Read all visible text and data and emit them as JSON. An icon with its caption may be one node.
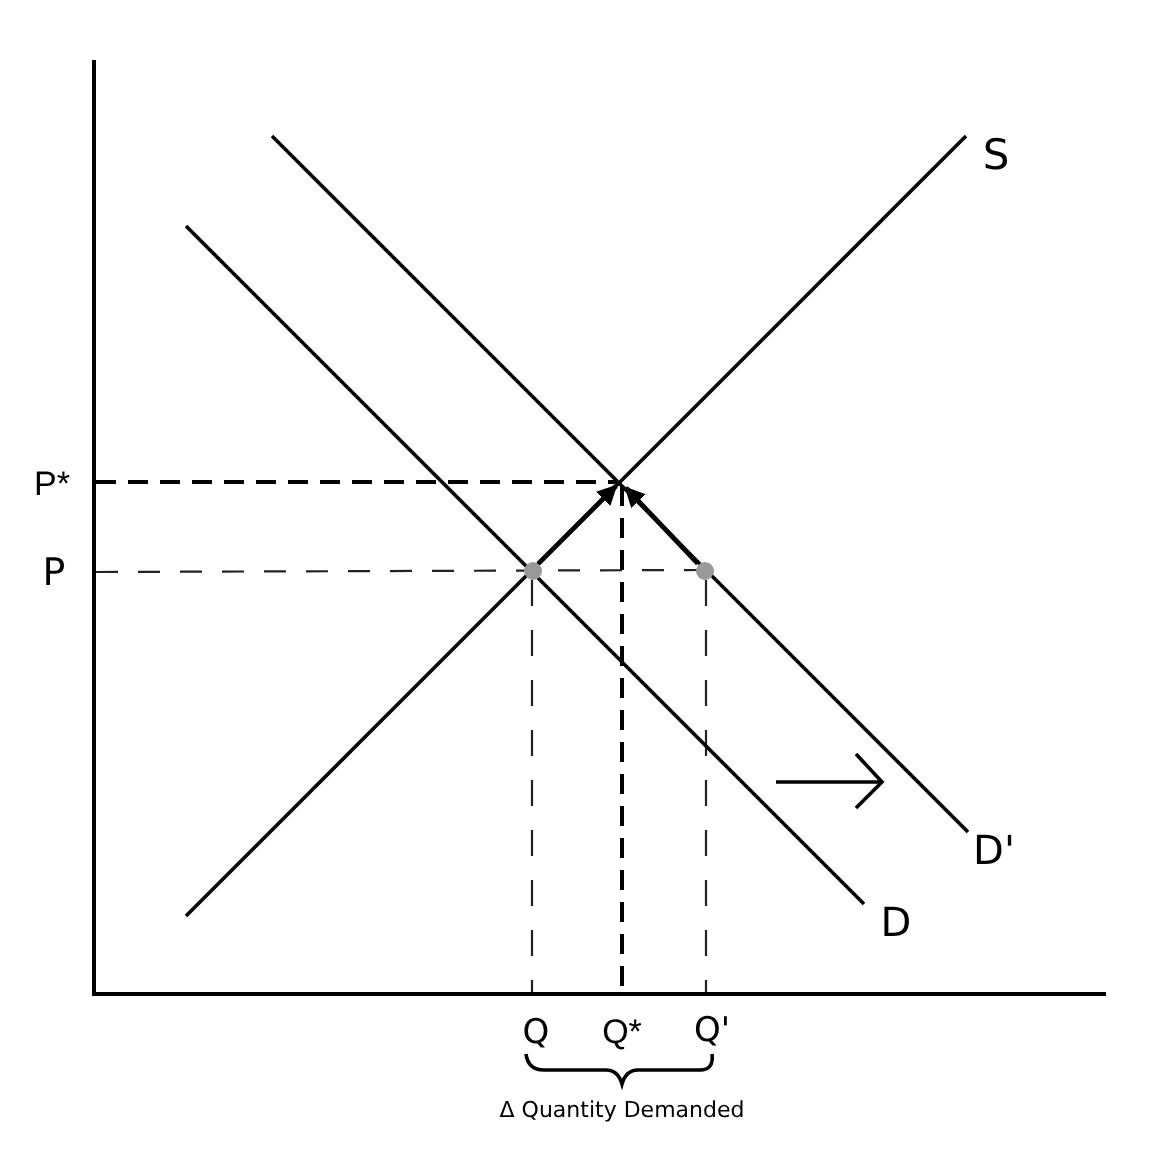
{
  "diagram": {
    "nodes": [
      {
        "text": [],
        "shape": "circle"
      },
      {
        "text": [],
        "shape": "circle"
      }
    ],
    "edges": [
      {
        "from": 0,
        "to": null,
        "arrow": "to"
      },
      {
        "from": 1,
        "to": null,
        "arrow": "to"
      }
    ],
    "labels": [
      "S",
      "P*",
      "P",
      "D'",
      "D",
      "Q",
      "Q*",
      "Q'",
      "Δ Quantity Demanded"
    ]
  }
}
